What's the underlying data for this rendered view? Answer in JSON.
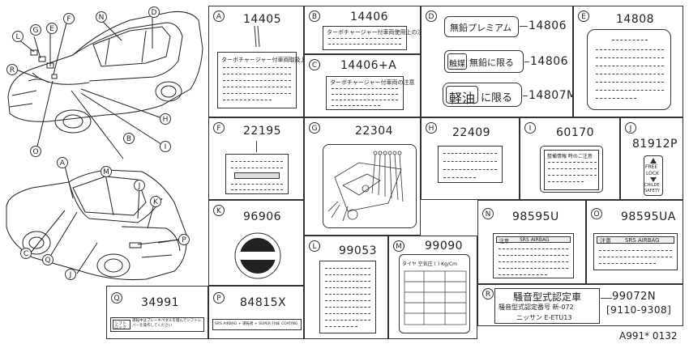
{
  "figure_code": "A991* 0132",
  "callouts": {
    "a": "A",
    "b": "B",
    "c": "C",
    "d": "D",
    "e": "E",
    "f": "F",
    "g": "G",
    "h": "H",
    "i": "I",
    "j": "J",
    "k": "K",
    "l": "L",
    "m": "M",
    "n": "N",
    "o": "O",
    "p": "P",
    "q": "Q",
    "r": "R"
  },
  "parts": {
    "A": "14405",
    "B": "14406",
    "C": "14406+A",
    "D1": "14806",
    "D2": "14806",
    "D3": "14807M",
    "E": "14808",
    "F": "22195",
    "G": "22304",
    "H": "22409",
    "I": "60170",
    "J": "81912P",
    "K": "96906",
    "L": "99053",
    "M": "99090",
    "N": "98595U",
    "O": "98595UA",
    "P": "84815X",
    "Q": "34991",
    "R": "99072N",
    "R_range": "[9110-9308]"
  },
  "labels": {
    "A_header": "ターボチャージャー付車両取扱上の注意",
    "B_header": "ターボチャージャー付車両使用上の注意",
    "C_header": "ターボチャージャー付車両の注意",
    "D1_text": "無鉛プレミアム",
    "D2_box": "触媒",
    "D2_text": "無鉛に限る",
    "D3_box": "軽油",
    "D3_text": "に限る",
    "I_header": "整備情報 時のご注意",
    "J_lines": [
      "FREE",
      "LOCK",
      "CHILDE",
      "SAFETY"
    ],
    "M_header": "タイヤ 空気圧 ( ) Kg/Cm",
    "N_header_a": "注意",
    "N_header_b": "SRS AIRBAG",
    "O_header_a": "注意",
    "O_header_b": "SRS AIRBAG",
    "P_text": "SRS AIRBAG + 運転者 + SUPER  FINE  COATING",
    "Q_box": "シフト ロック",
    "Q_text": "運転中はブレーキペダルを踏んでシフトレバーを操作してください",
    "R_title": "騒音型式認定車",
    "R_line1": "騒音型式認定番号  新-072",
    "R_line2": "ニッサン  E-ETU13"
  }
}
